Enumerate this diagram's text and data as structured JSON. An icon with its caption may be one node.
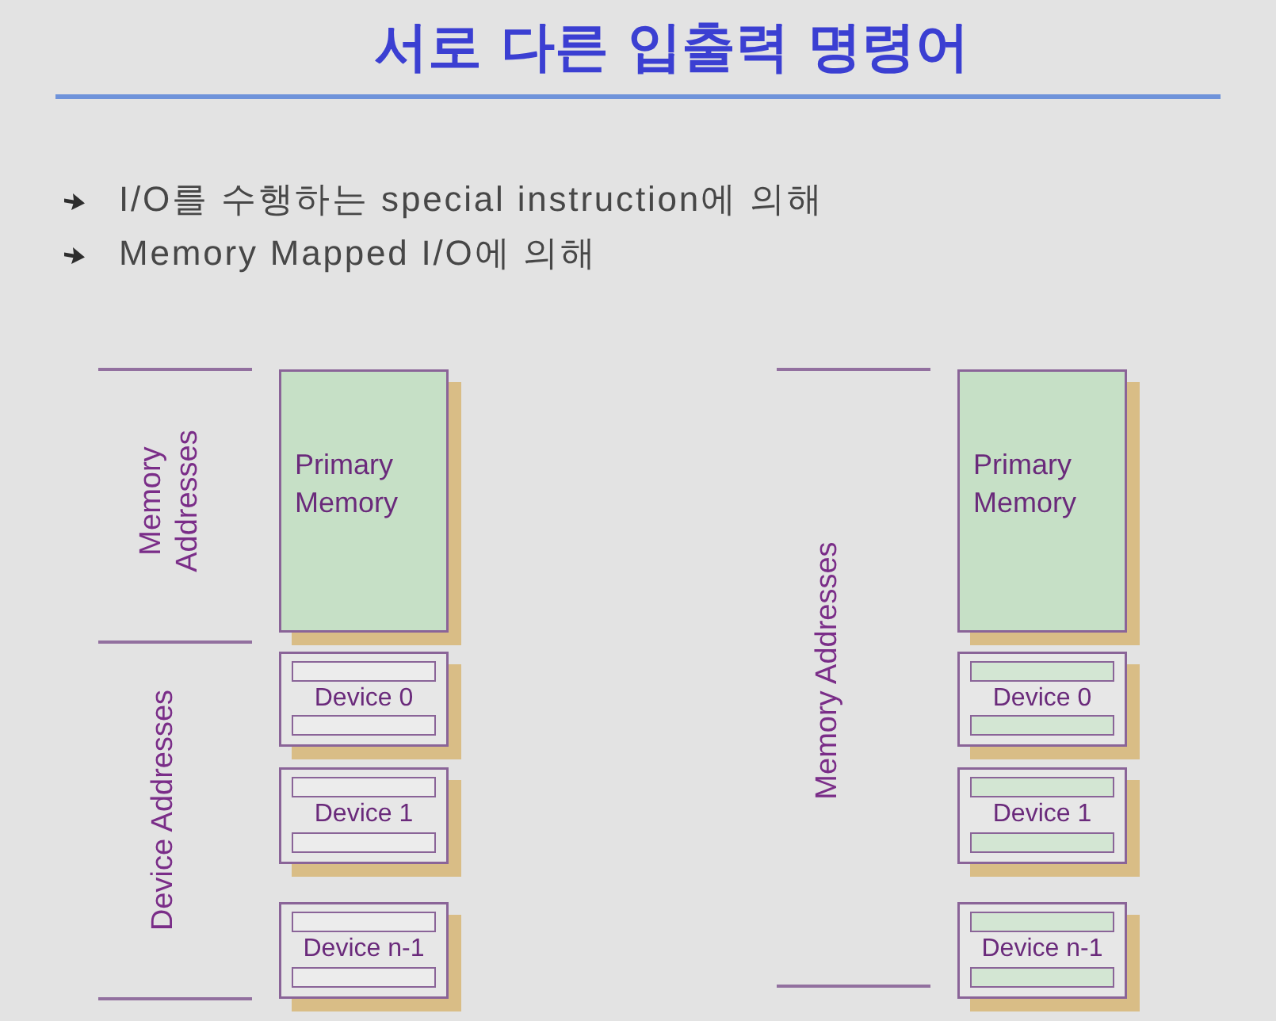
{
  "diagram": {
    "title": "서로 다른 입출력 명령어",
    "nodes": [
      {
        "text": [
          "Primary Memory"
        ]
      },
      {
        "text": [
          "Device 0"
        ]
      },
      {
        "text": [],
        "shape": "bar",
        "in": 1
      },
      {
        "text": [],
        "shape": "bar",
        "in": 1
      },
      {
        "text": [
          "Device 1"
        ]
      },
      {
        "text": [],
        "shape": "bar",
        "in": 4
      },
      {
        "text": [],
        "shape": "bar",
        "in": 4
      },
      {
        "text": [
          "Device n-1"
        ]
      },
      {
        "text": [],
        "shape": "bar",
        "in": 7
      },
      {
        "text": [],
        "shape": "bar",
        "in": 7
      },
      {
        "text": [
          "Primary Memory"
        ]
      },
      {
        "text": [
          "Device 0"
        ]
      },
      {
        "text": [],
        "shape": "bar",
        "in": 11
      },
      {
        "text": [],
        "shape": "bar",
        "in": 11
      },
      {
        "text": [
          "Device 1"
        ]
      },
      {
        "text": [],
        "shape": "bar",
        "in": 14
      },
      {
        "text": [],
        "shape": "bar",
        "in": 14
      },
      {
        "text": [
          "Device n-1"
        ]
      },
      {
        "text": [],
        "shape": "bar",
        "in": 17
      },
      {
        "text": [],
        "shape": "bar",
        "in": 17
      }
    ],
    "labels": [
      "I/O를 수행하는 special instruction에 의해",
      "Memory Mapped I/O에 의해",
      "Memory Addresses",
      "Device Addresses",
      "Memory Addresses"
    ]
  }
}
